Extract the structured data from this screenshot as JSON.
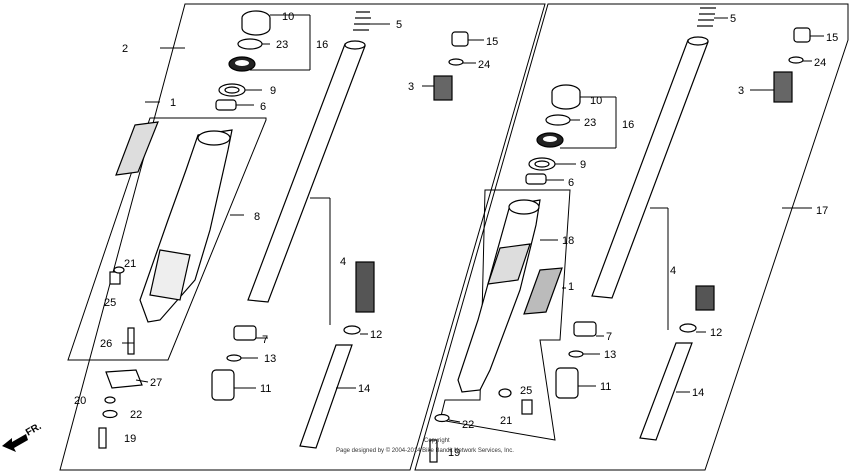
{
  "diagram": {
    "left_callouts": {
      "c1": "1",
      "c2": "2",
      "c3": "3",
      "c4": "4",
      "c5": "5",
      "c6": "6",
      "c7": "7",
      "c8": "8",
      "c9": "9",
      "c10": "10",
      "c11": "11",
      "c12": "12",
      "c13": "13",
      "c14": "14",
      "c15": "15",
      "c16": "16",
      "c19": "19",
      "c20": "20",
      "c21": "21",
      "c22": "22",
      "c23": "23",
      "c24": "24",
      "c25": "25",
      "c26": "26",
      "c27": "27"
    },
    "right_callouts": {
      "c1": "1",
      "c3": "3",
      "c4": "4",
      "c5": "5",
      "c6": "6",
      "c7": "7",
      "c9": "9",
      "c10": "10",
      "c11": "11",
      "c12": "12",
      "c13": "13",
      "c14": "14",
      "c15": "15",
      "c16": "16",
      "c17": "17",
      "c18": "18",
      "c19": "19",
      "c21": "21",
      "c22": "22",
      "c23": "23",
      "c24": "24",
      "c25": "25"
    },
    "direction_label": "FR.",
    "copyright_line1": "Copyright",
    "copyright_line2": "Page designed by © 2004-2014 Bike Bandit Network Services, Inc."
  }
}
